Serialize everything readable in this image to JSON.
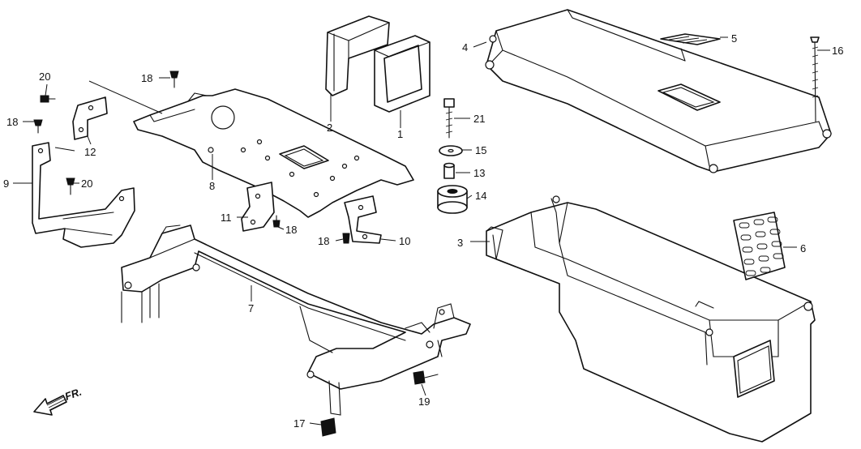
{
  "callouts": {
    "c1": "1",
    "c2": "2",
    "c3": "3",
    "c4": "4",
    "c5": "5",
    "c6": "6",
    "c7": "7",
    "c8": "8",
    "c9": "9",
    "c10": "10",
    "c11": "11",
    "c12": "12",
    "c13": "13",
    "c14": "14",
    "c15": "15",
    "c16": "16",
    "c17": "17",
    "c18a": "18",
    "c18b": "18",
    "c18c": "18",
    "c18d": "18",
    "c19": "19",
    "c20a": "20",
    "c20b": "20",
    "c21": "21"
  },
  "direction_label": "FR.",
  "colors": {
    "line": "#111111",
    "background": "#ffffff"
  }
}
